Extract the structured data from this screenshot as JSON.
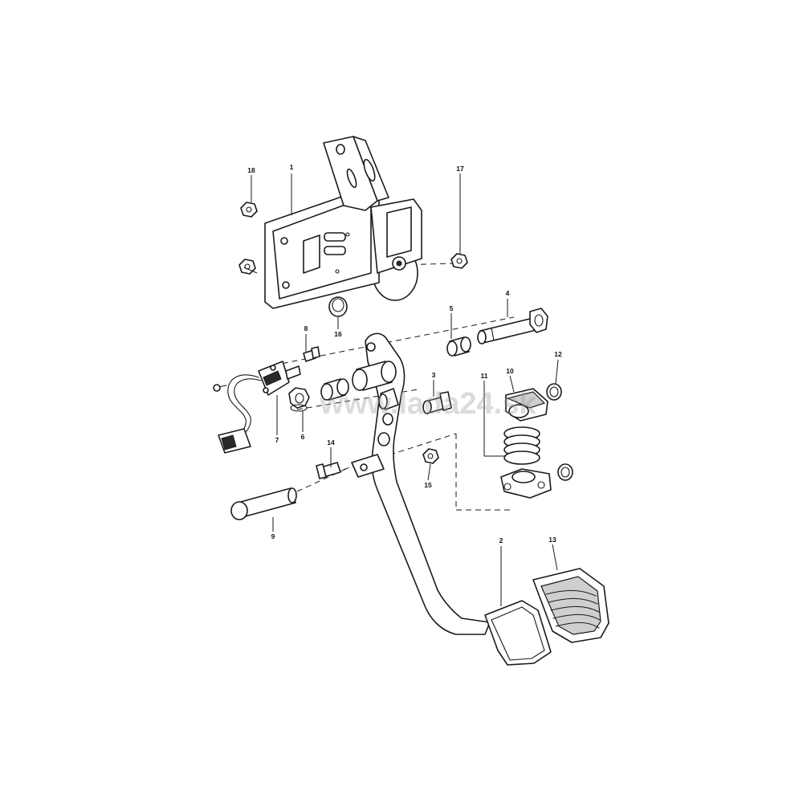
{
  "diagram": {
    "watermark": "www.lada24.sk",
    "callouts": [
      "1",
      "2",
      "3",
      "4",
      "5",
      "6",
      "7",
      "8",
      "9",
      "10",
      "11",
      "12",
      "13",
      "14",
      "15",
      "16",
      "17",
      "18"
    ]
  }
}
